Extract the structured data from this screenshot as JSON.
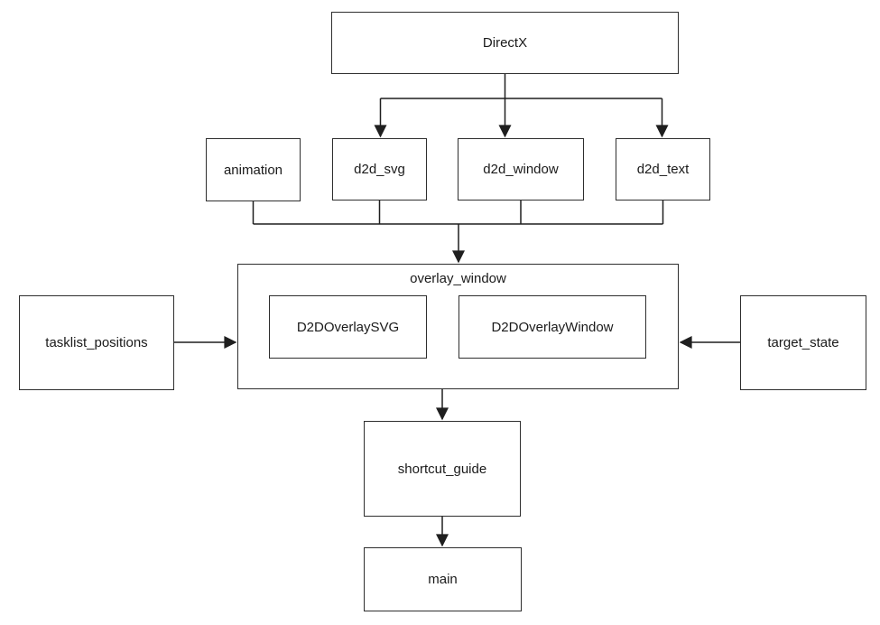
{
  "diagram": {
    "nodes": {
      "directx": {
        "label": "DirectX"
      },
      "animation": {
        "label": "animation"
      },
      "d2d_svg": {
        "label": "d2d_svg"
      },
      "d2d_window": {
        "label": "d2d_window"
      },
      "d2d_text": {
        "label": "d2d_text"
      },
      "overlay_window": {
        "label": "overlay_window"
      },
      "d2d_overlay_svg": {
        "label": "D2DOverlaySVG"
      },
      "d2d_overlay_window": {
        "label": "D2DOverlayWindow"
      },
      "tasklist_positions": {
        "label": "tasklist_positions"
      },
      "target_state": {
        "label": "target_state"
      },
      "shortcut_guide": {
        "label": "shortcut_guide"
      },
      "main": {
        "label": "main"
      }
    },
    "edges": [
      {
        "from": "DirectX",
        "to": "d2d_svg"
      },
      {
        "from": "DirectX",
        "to": "d2d_window"
      },
      {
        "from": "DirectX",
        "to": "d2d_text"
      },
      {
        "from": "animation",
        "to": "overlay_window"
      },
      {
        "from": "d2d_svg",
        "to": "overlay_window"
      },
      {
        "from": "d2d_window",
        "to": "overlay_window"
      },
      {
        "from": "d2d_text",
        "to": "overlay_window"
      },
      {
        "from": "tasklist_positions",
        "to": "overlay_window"
      },
      {
        "from": "target_state",
        "to": "overlay_window"
      },
      {
        "from": "overlay_window",
        "to": "shortcut_guide"
      },
      {
        "from": "shortcut_guide",
        "to": "main"
      }
    ],
    "colors": {
      "background": "#ffffff",
      "line": "#1f1f1f",
      "box_border": "#2e2e2e",
      "text": "#1a1a1a"
    }
  }
}
